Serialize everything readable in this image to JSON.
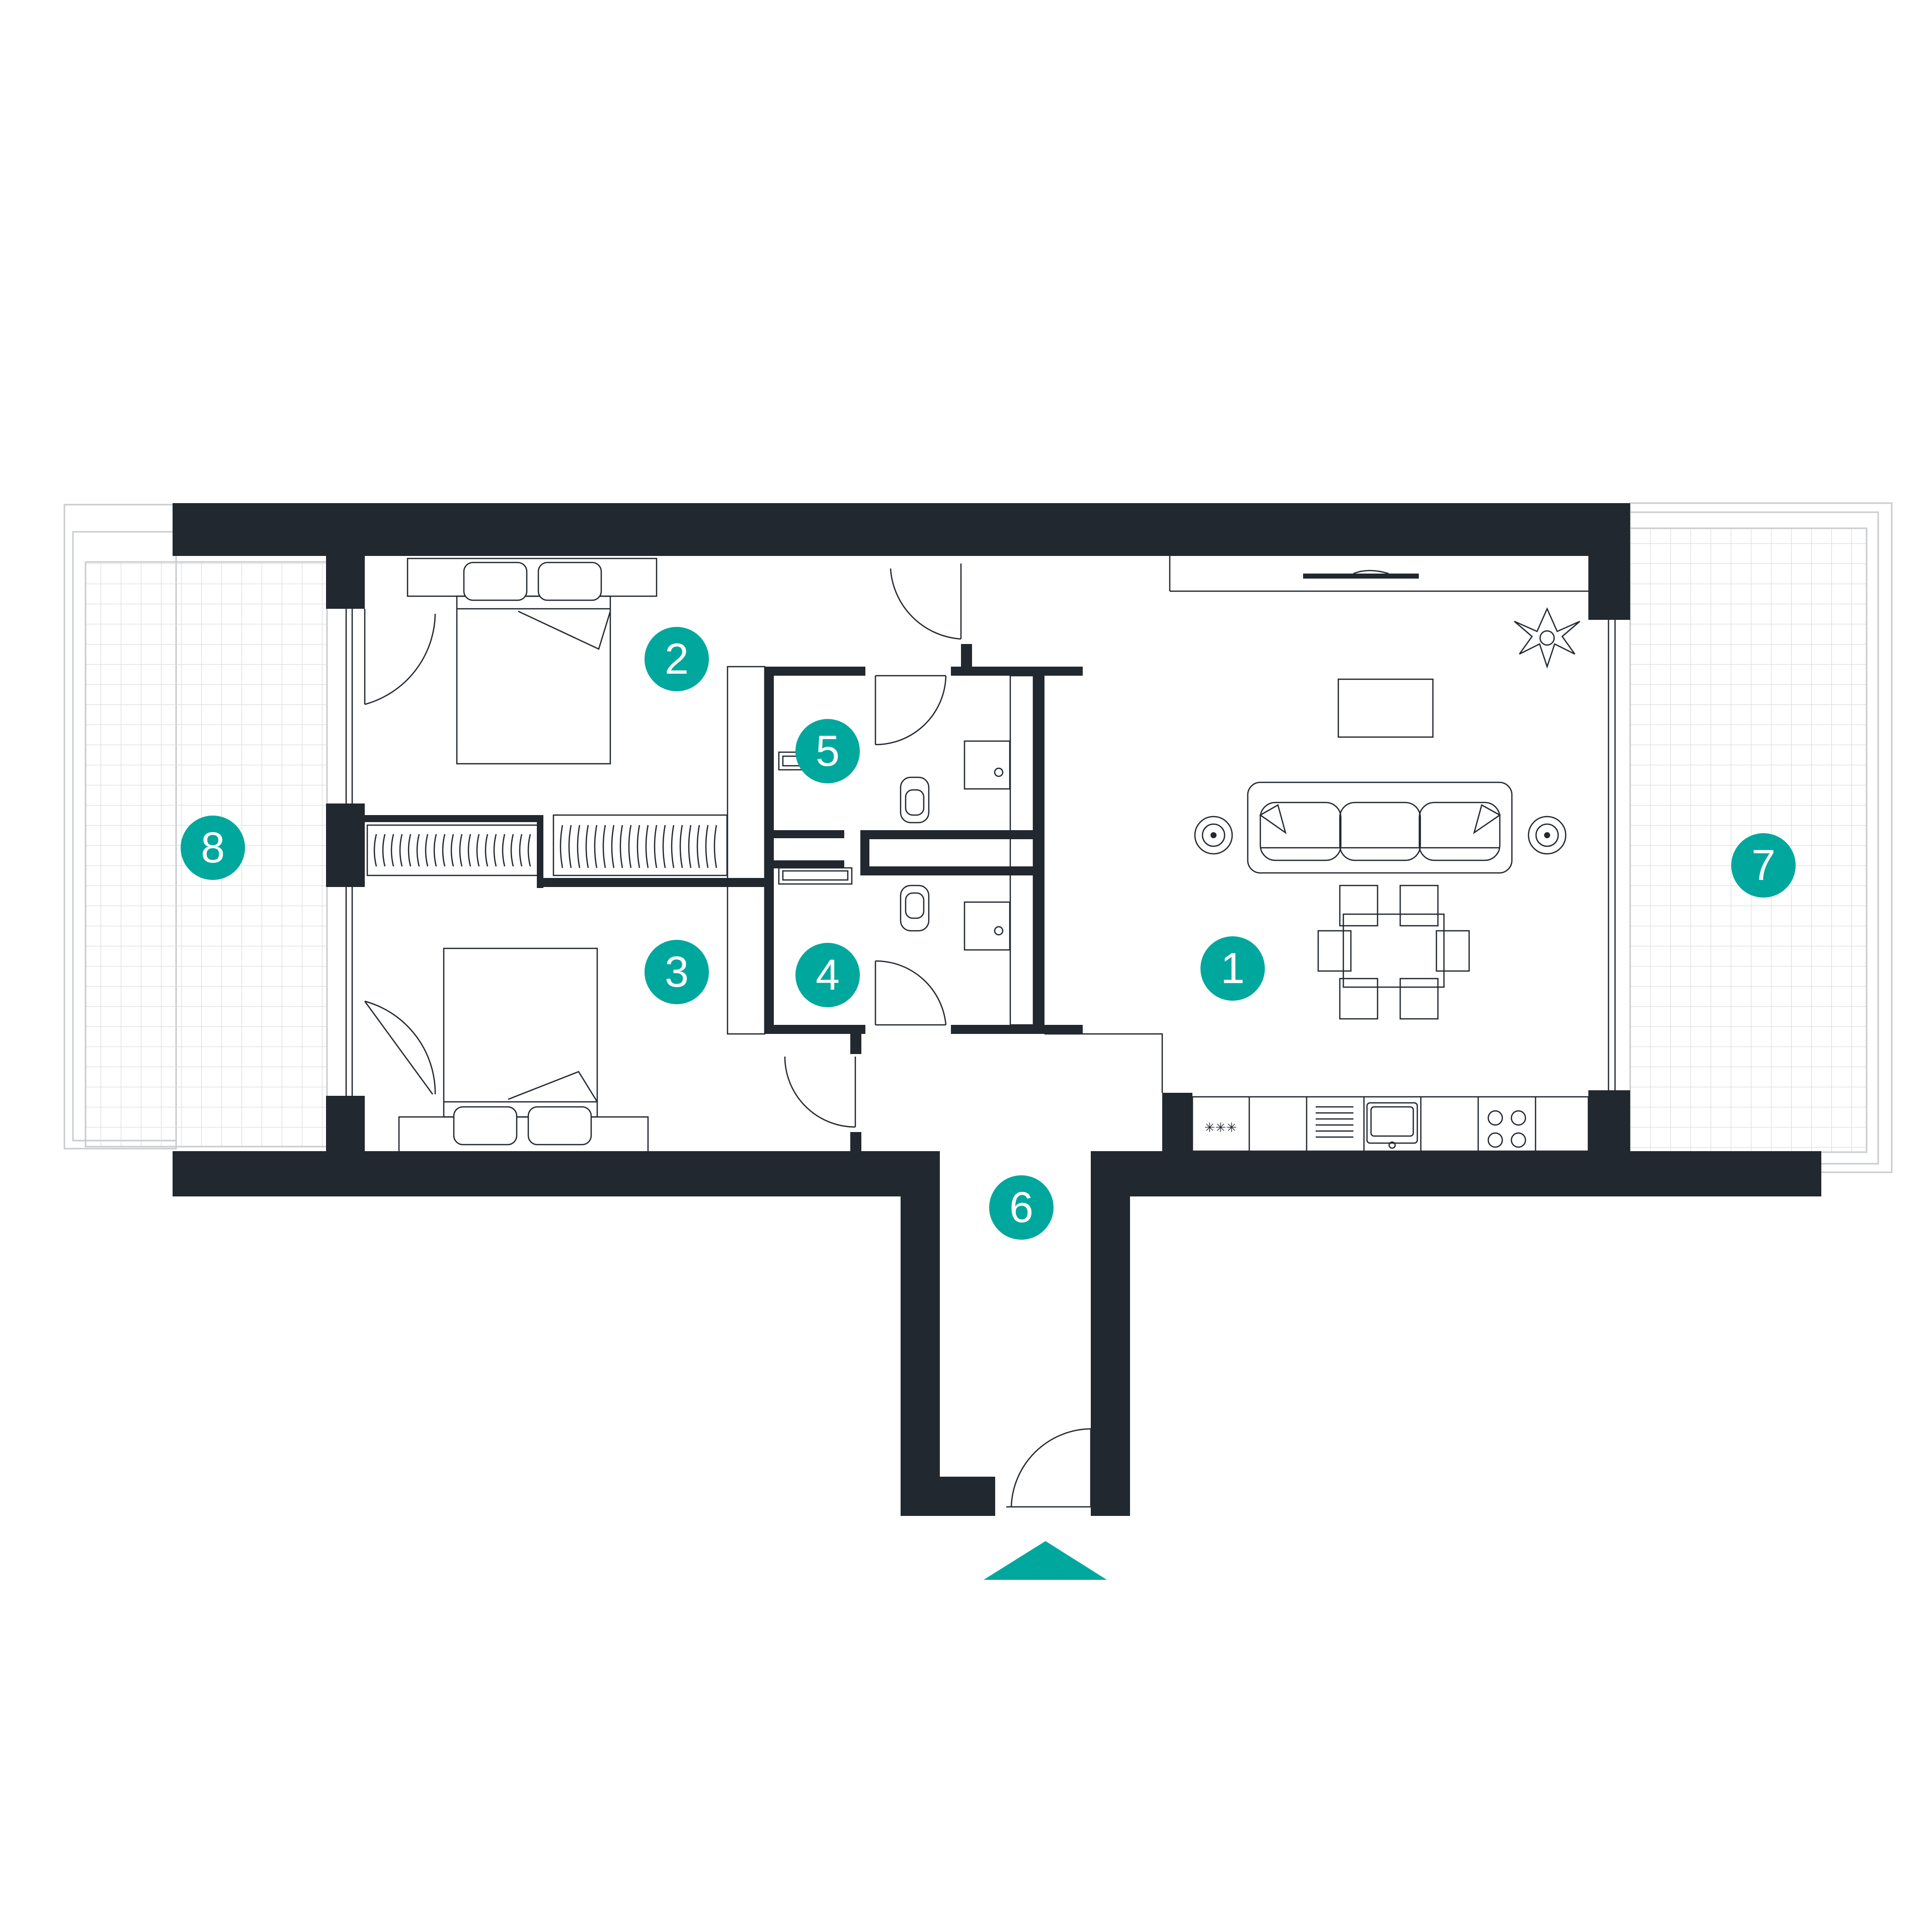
{
  "colors": {
    "wall": "#222830",
    "accent": "#00a79d",
    "line": "#222830",
    "balcony_grid": "#d8dadd",
    "background": "#ffffff"
  },
  "rooms": [
    {
      "id": "living-kitchen",
      "label": "1"
    },
    {
      "id": "bedroom-upper",
      "label": "2"
    },
    {
      "id": "bedroom-lower",
      "label": "3"
    },
    {
      "id": "bathroom-lower",
      "label": "4"
    },
    {
      "id": "bathroom-upper",
      "label": "5"
    },
    {
      "id": "entrance-hall",
      "label": "6"
    },
    {
      "id": "balcony-right",
      "label": "7"
    },
    {
      "id": "balcony-left",
      "label": "8"
    }
  ],
  "icons": [
    "entrance-arrow-icon",
    "plant-icon",
    "tv-icon",
    "floor-lamp-icon",
    "sofa-icon",
    "dining-table-icon",
    "bed-icon",
    "wardrobe-icon",
    "toilet-icon",
    "sink-icon",
    "bathtub-icon",
    "stove-icon",
    "kitchen-sink-icon",
    "dishwasher-icon",
    "door-icon"
  ]
}
